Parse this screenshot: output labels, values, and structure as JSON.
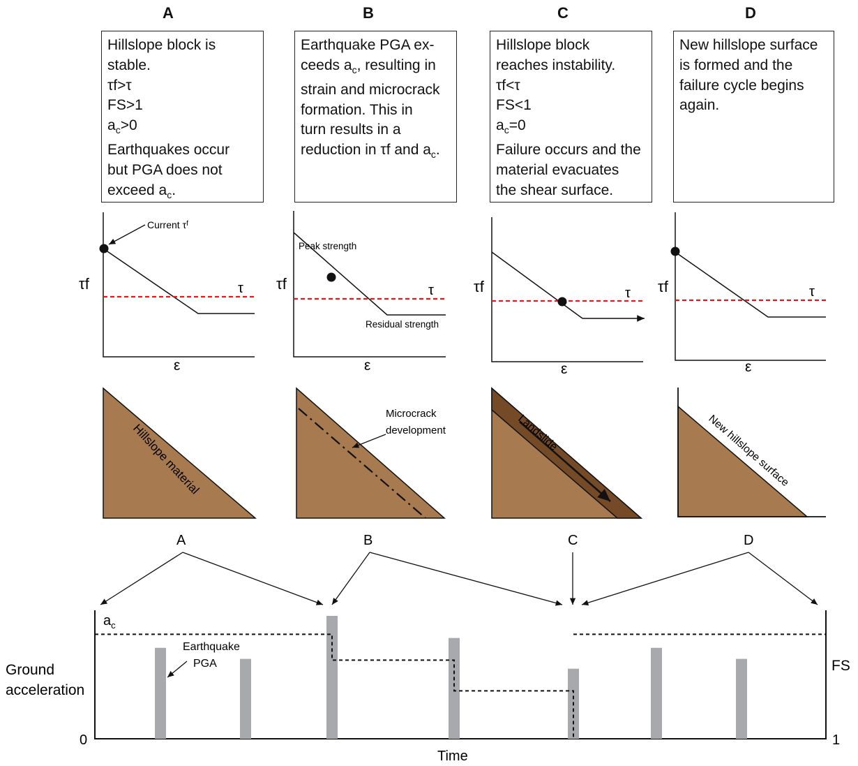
{
  "panels": [
    {
      "title": "A",
      "text": [
        "Hillslope block is",
        "stable.",
        "τf>τ",
        "FS>1",
        "a",
        ">0",
        "Earthquakes occur",
        "but PGA does not",
        "exceed a",
        "."
      ]
    },
    {
      "title": "B",
      "text": [
        "Earthquake PGA ex-",
        "ceeds a",
        ", resulting in",
        "strain and microcrack",
        "formation. This in",
        "turn results in a",
        "reduction in τf and a",
        "."
      ]
    },
    {
      "title": "C",
      "text": [
        "Hillslope block",
        "reaches instability.",
        "τf<τ",
        "FS<1",
        "a",
        "=0",
        "Failure occurs and the",
        "material evacuates",
        "the shear surface."
      ]
    },
    {
      "title": "D",
      "text": [
        "New hillslope surface",
        "is formed and the",
        "failure cycle begins",
        "again."
      ]
    }
  ],
  "subscript_c": "c",
  "strength_plots": {
    "y_label": "τf",
    "x_label": "ε",
    "tau_label": "τ",
    "current_tau_f": "Current τ",
    "current_tau_f_sub": "f",
    "peak": "Peak strength",
    "residual": "Residual strength"
  },
  "slope_blocks": {
    "A": "Hillslope material",
    "B": "Microcrack development",
    "B_line1": "Microcrack",
    "B_line2": "development",
    "C": "Landslide",
    "D": "New hillslope surface"
  },
  "timeline": {
    "stage_labels": [
      "A",
      "B",
      "C",
      "D"
    ],
    "y_left_label_1": "Ground",
    "y_left_label_2": "acceleration",
    "y_left_zero": "0",
    "y_right_label": "FS",
    "y_right_one": "1",
    "x_label": "Time",
    "ac_label": "a",
    "pga_label_1": "Earthquake",
    "pga_label_2": "PGA"
  },
  "colors": {
    "hillslope": "#A87A4F",
    "landslide": "#744A27",
    "tau_line": "#E01A1A",
    "pga_bar": "#A7A9AC",
    "line": "#111111"
  },
  "chart_data": {
    "type": "bar",
    "title": "",
    "xlabel": "Time",
    "ylabel": "Ground acceleration",
    "y2label": "FS",
    "series": [
      {
        "name": "Earthquake PGA",
        "values": [
          0.74,
          0.65,
          1.0,
          0.82,
          0.57,
          0.74,
          0.65
        ]
      }
    ],
    "ac_threshold_steps": [
      {
        "from": "start",
        "to": "earthquake 3",
        "value": 0.85
      },
      {
        "from": "earthquake 3",
        "to": "earthquake 4",
        "value": 0.64
      },
      {
        "from": "earthquake 4",
        "to": "earthquake 5",
        "value": 0.39
      },
      {
        "from": "earthquake 5",
        "to": "failure",
        "value": 0.0
      },
      {
        "from": "failure",
        "to": "end",
        "value": 0.85
      }
    ],
    "ylim": [
      0,
      1
    ]
  }
}
